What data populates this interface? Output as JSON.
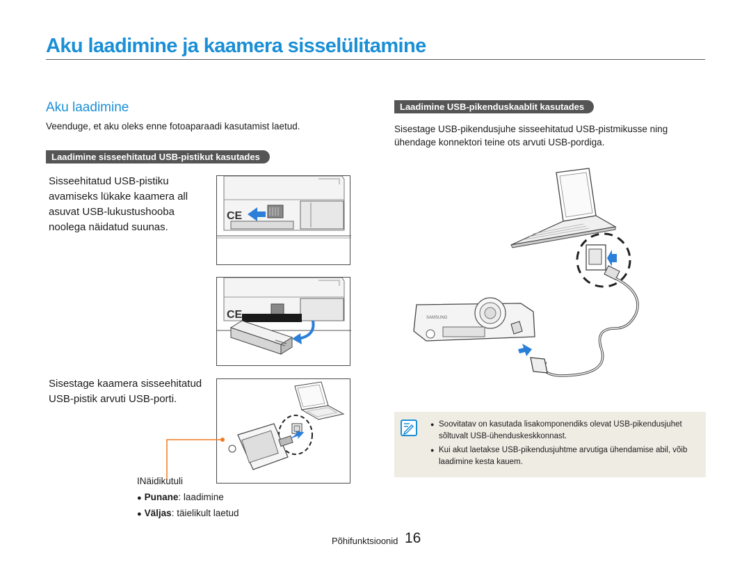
{
  "page": {
    "title": "Aku laadimine ja kaamera sisselülitamine",
    "section_title": "Aku laadimine",
    "intro": "Veenduge, et aku oleks enne fotoaparaadi kasutamist laetud."
  },
  "left": {
    "subheading": "Laadimine sisseehitatud USB-pistikut kasutades",
    "step1": "Sisseehitatud USB-pistiku avamiseks lükake kaamera all asuvat USB-lukustushooba noolega näidatud suunas.",
    "step3": "Sisestage kaamera sisseehitatud USB-pistik arvuti USB-porti.",
    "led_label": "INäidikutuli",
    "led_states": [
      {
        "name": "Punane",
        "desc": ": laadimine"
      },
      {
        "name": "Väljas",
        "desc": ": täielikult laetud"
      }
    ]
  },
  "right": {
    "subheading": "Laadimine USB-pikenduskaablit kasutades",
    "body": "Sisestage USB-pikendusjuhe sisseehitatud USB-pistmikusse ning ühendage konnektori teine ots arvuti USB-pordiga.",
    "camera_brand": "SAMSUNG",
    "notes": [
      "Soovitatav on kasutada lisakomponendiks olevat USB-pikendusjuhet sõltuvalt USB-ühenduskeskkonnast.",
      "Kui akut laetakse USB-pikendusjuhtme arvutiga ühendamise abil, võib laadimine kesta kauem."
    ]
  },
  "footer": {
    "section": "Põhifunktsioonid",
    "page_number": "16"
  },
  "colors": {
    "accent": "#1a8fd6",
    "pill_bg": "#555555",
    "arrow_blue": "#2b7fd9",
    "led_callout": "#f07a1e",
    "note_bg": "#efece4"
  }
}
